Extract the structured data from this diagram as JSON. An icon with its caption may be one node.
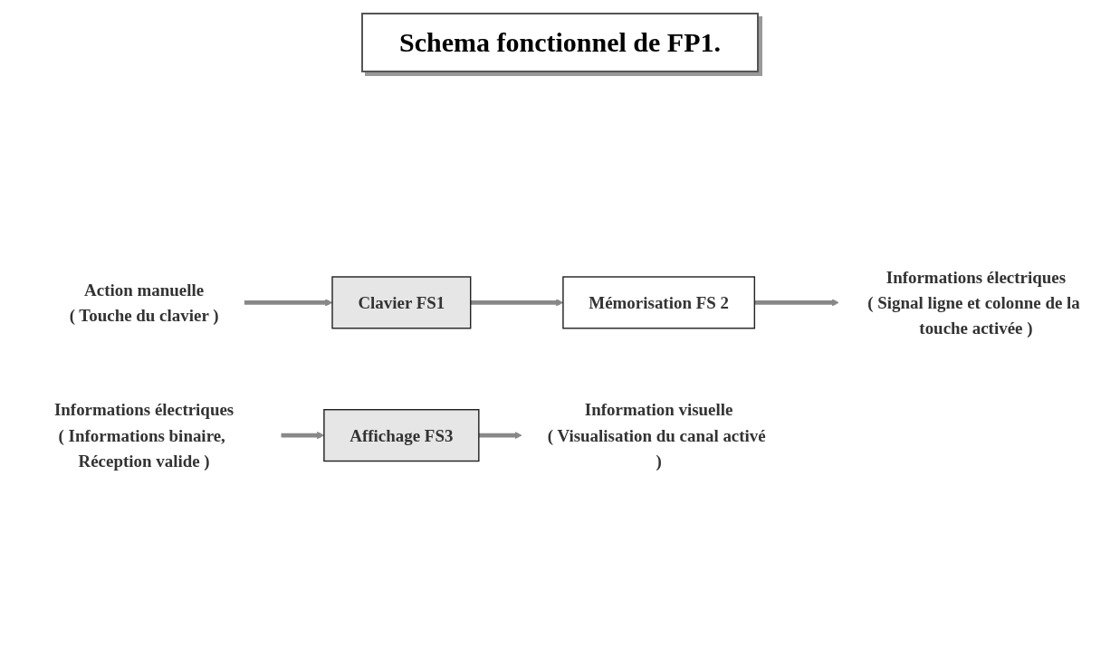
{
  "diagram": {
    "title": "Schema fonctionnel de FP1.",
    "nodes": [
      {
        "text": [
          "Action manuelle",
          "( Touche du clavier )"
        ]
      },
      {
        "text": [
          "Clavier FS1"
        ]
      },
      {
        "text": [
          "Mémorisation FS 2"
        ]
      },
      {
        "text": [
          "Informations électriques",
          "( Signal ligne et colonne de la touche activée )"
        ]
      },
      {
        "text": [
          "Informations électriques",
          "( Informations binaire, Réception valide )"
        ]
      },
      {
        "text": [
          "Affichage FS3"
        ]
      },
      {
        "text": [
          "Information visuelle",
          "( Visualisation du canal activé )"
        ]
      }
    ],
    "edges": [
      {
        "from": 0,
        "to": 1,
        "arrow": "to"
      },
      {
        "from": 1,
        "to": 2,
        "arrow": "to"
      },
      {
        "from": 2,
        "to": 3,
        "arrow": "to"
      },
      {
        "from": 4,
        "to": 5,
        "arrow": "to"
      },
      {
        "from": 5,
        "to": 6,
        "arrow": "to"
      }
    ]
  }
}
